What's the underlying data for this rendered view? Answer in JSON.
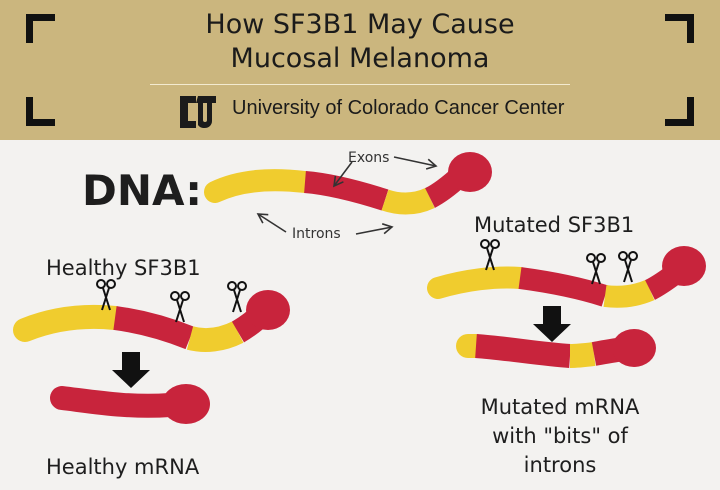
{
  "header": {
    "title_line1": "How SF3B1 May Cause",
    "title_line2": "Mucosal Melanoma",
    "institution": "University of Colorado Cancer Center"
  },
  "labels": {
    "dna": "DNA:",
    "exons": "Exons",
    "introns": "Introns",
    "healthy_sf3b1": "Healthy SF3B1",
    "mutated_sf3b1": "Mutated SF3B1",
    "healthy_mrna": "Healthy mRNA",
    "mutated_mrna_line1": "Mutated mRNA",
    "mutated_mrna_line2": "with \"bits\" of",
    "mutated_mrna_line3": "introns"
  },
  "colors": {
    "header_bg": "#cbb67e",
    "exon_red": "#c8243c",
    "intron_yellow": "#f0cc2e",
    "junction_orange": "#f08a1e",
    "background": "#f3f2f0"
  }
}
